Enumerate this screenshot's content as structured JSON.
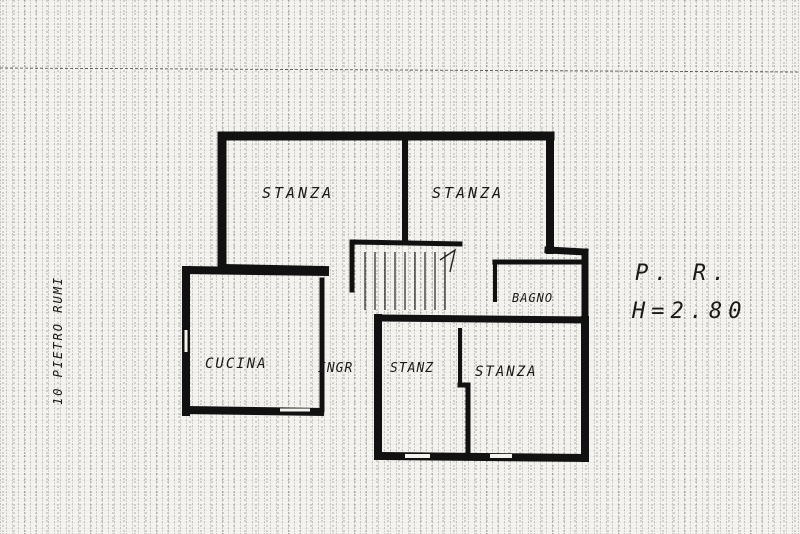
{
  "plan": {
    "rooms": [
      {
        "id": "stanza-1",
        "label": "STANZA"
      },
      {
        "id": "stanza-2",
        "label": "STANZA"
      },
      {
        "id": "bagno",
        "label": "BAGNO"
      },
      {
        "id": "cucina",
        "label": "CUCINA"
      },
      {
        "id": "ingresso",
        "label": "INGR"
      },
      {
        "id": "stanza-3",
        "label": "STANZ"
      },
      {
        "id": "stanza-4",
        "label": "STANZA"
      }
    ],
    "floor_label": "P. R.",
    "height_label": "H=2.80",
    "side_note": "10 PIETRO RUMI"
  },
  "colors": {
    "ink": "#1a1a1a",
    "paper": "#f4f3ef",
    "grid": "#5a5a5a"
  }
}
